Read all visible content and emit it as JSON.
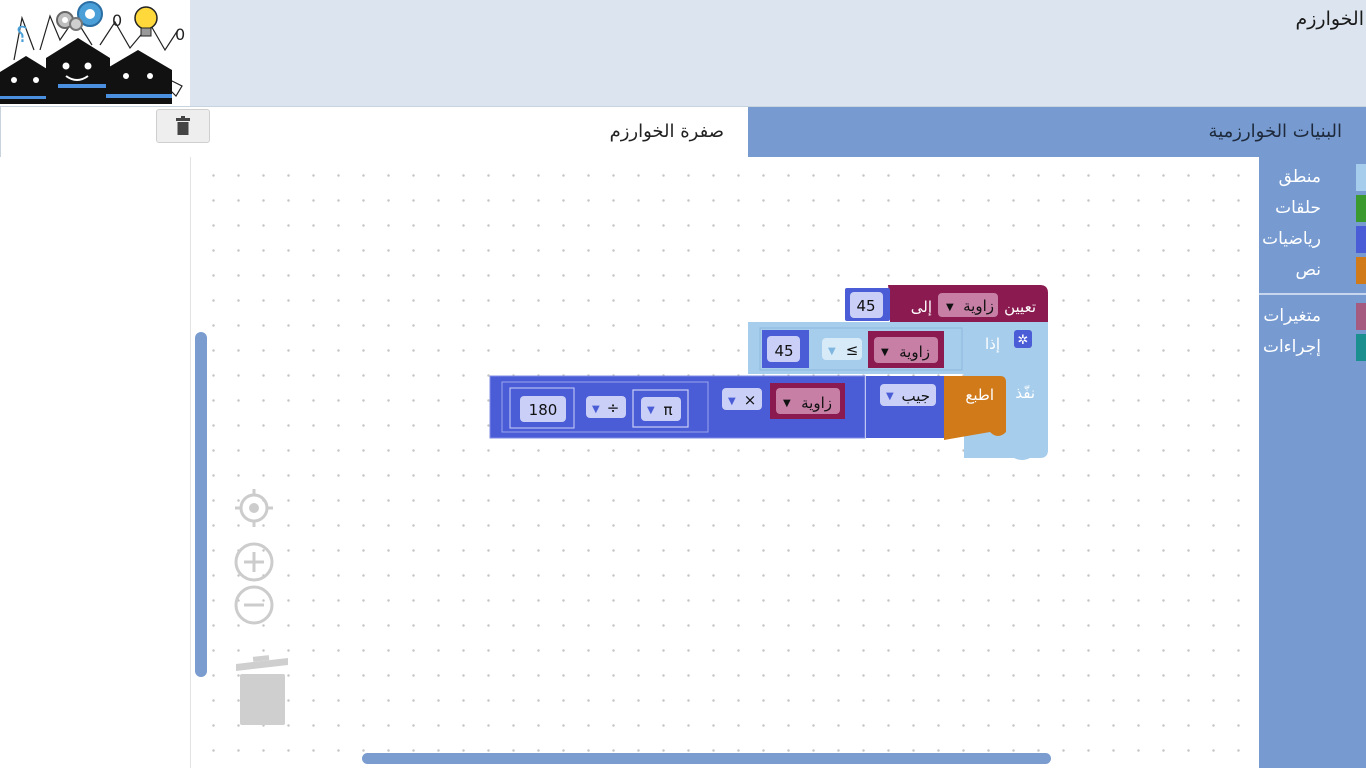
{
  "app": {
    "title": "الخوارزم"
  },
  "tabs": {
    "workspace_label": "صفرة الخوارزم",
    "structures_label": "البنيات الخوارزمية"
  },
  "toolbox": {
    "categories": [
      {
        "label": "منطق",
        "color": "#a6cdec"
      },
      {
        "label": "حلقات",
        "color": "#3a9a2f"
      },
      {
        "label": "رياضيات",
        "color": "#4b5cd7"
      },
      {
        "label": "نص",
        "color": "#d07a19"
      },
      {
        "label": "متغيرات",
        "color": "#a55b80"
      },
      {
        "label": "إجراءات",
        "color": "#1b8f8f"
      }
    ]
  },
  "blocks": {
    "set_block": {
      "label": "تعيين",
      "variable": "زاوية",
      "to_label": "إلى",
      "value": "45"
    },
    "if_block": {
      "label": "إذا",
      "do_label": "نفّذ",
      "var": "زاوية",
      "operator": "≤",
      "value": "45"
    },
    "print_block": {
      "label": "اطبع",
      "function": "جيب",
      "var": "زاوية",
      "mult_op": "×",
      "pi": "π",
      "div_op": "÷",
      "value": "180"
    }
  },
  "colors": {
    "variables": "#8a1a4f",
    "variable_field": "#c77fa6",
    "logic": "#a6cdec",
    "math": "#4b5cd7",
    "text": "#d07a19",
    "toolbox": "#779bd0",
    "topbar": "#dce5ef"
  }
}
